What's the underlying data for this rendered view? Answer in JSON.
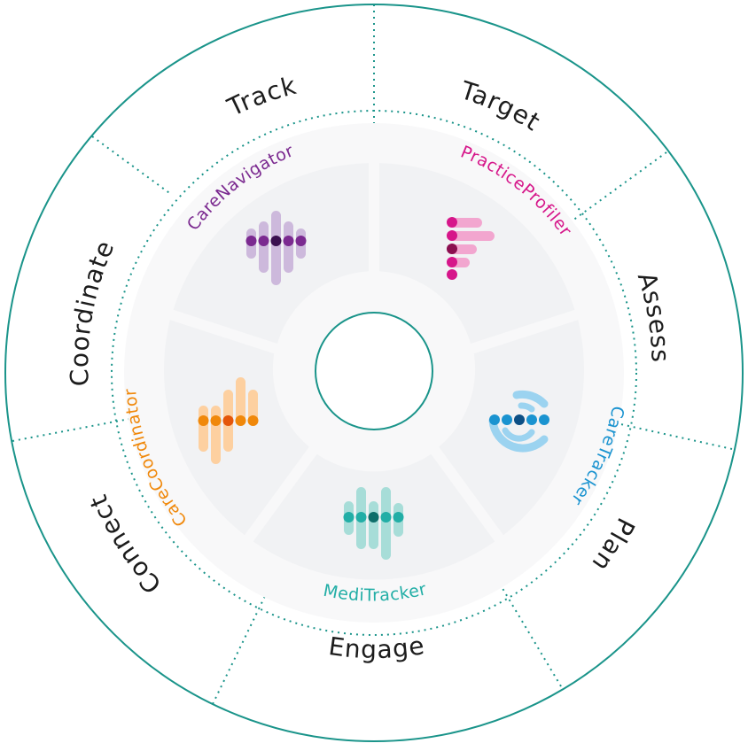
{
  "outer_stages": [
    {
      "label": "Track"
    },
    {
      "label": "Target"
    },
    {
      "label": "Assess"
    },
    {
      "label": "Plan"
    },
    {
      "label": "Engage"
    },
    {
      "label": "Connect"
    },
    {
      "label": "Coordinate"
    }
  ],
  "products": [
    {
      "label": "CareNavigator",
      "color": "#7b2a90",
      "icon": "carenavigator-bars-icon"
    },
    {
      "label": "PracticeProfiler",
      "color": "#d6168a",
      "icon": "practiceprofiler-bars-icon"
    },
    {
      "label": "CareTracker",
      "color": "#1a93d0",
      "icon": "caretracker-signal-icon"
    },
    {
      "label": "MediTracker",
      "color": "#22aea6",
      "icon": "meditracker-bars-icon"
    },
    {
      "label": "CareCoordinator",
      "color": "#f0880a",
      "icon": "carecoordinator-bars-icon"
    }
  ],
  "colors": {
    "ring_stroke": "#1a948a",
    "disc_fill": "#f8f8f9",
    "segment_fill": "#f1f2f4"
  }
}
